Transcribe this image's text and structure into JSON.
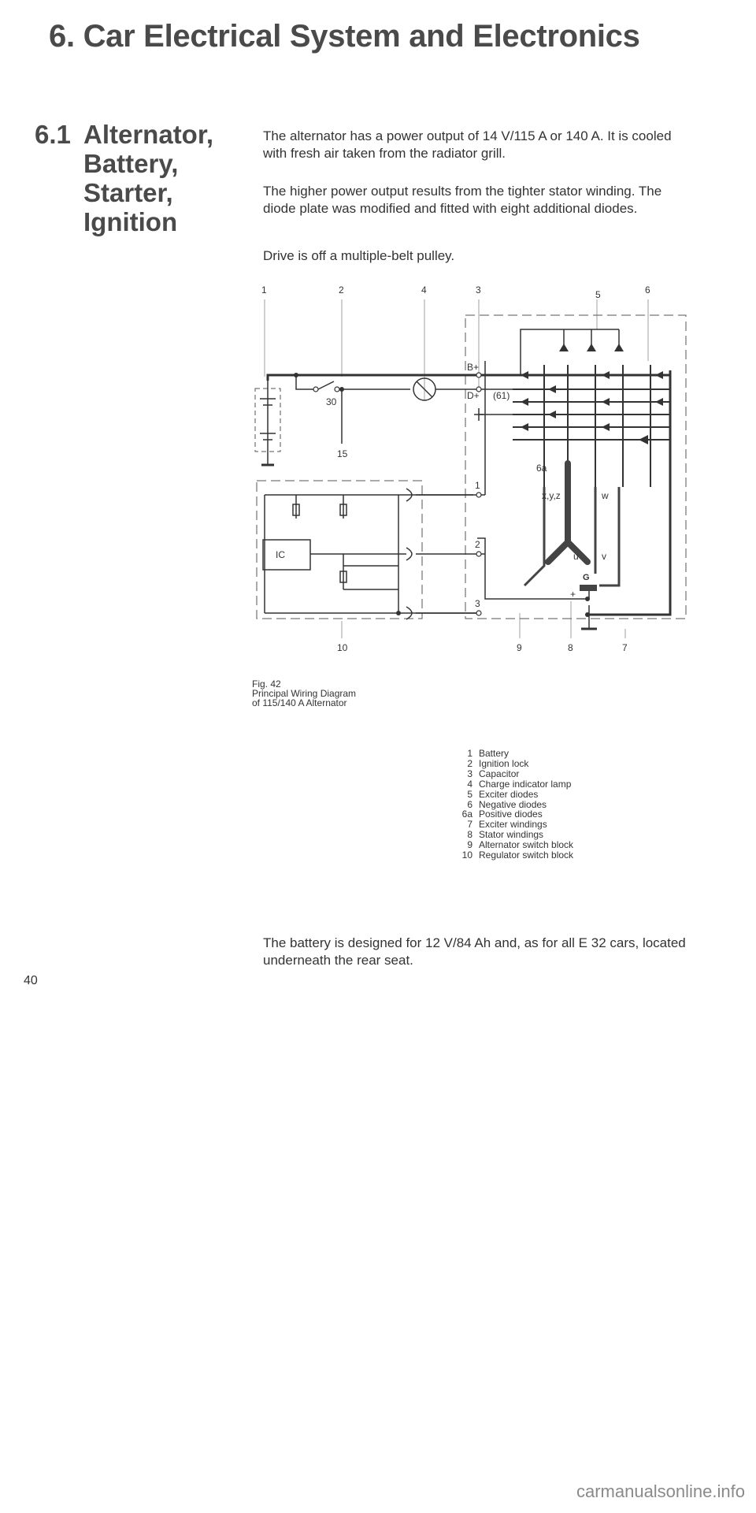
{
  "page": {
    "title": "6. Car Electrical System and Electronics",
    "page_number": "40",
    "watermark": "carmanualsonline.info"
  },
  "section": {
    "number": "6.1",
    "heading_lines": [
      "Alternator,",
      "Battery,",
      "Starter,",
      "Ignition"
    ]
  },
  "paragraphs": [
    "The alternator has a power output of 14 V/115 A or 140 A. It is cooled with fresh air taken from the radiator grill.",
    "The higher power output results from the tighter stator winding. The diode plate was modified and fitted with eight additional diodes.",
    "Drive is off a multiple-belt pulley.",
    "The battery is designed for 12 V/84 Ah and, as for all E 32 cars, located underneath the rear seat."
  ],
  "figure": {
    "number": "Fig. 42",
    "caption_line1": "Principal Wiring Diagram",
    "caption_line2": "of 115/140 A Alternator",
    "labels": {
      "top_1": "1",
      "top_2": "2",
      "top_4": "4",
      "top_3": "3",
      "top_5": "5",
      "top_6": "6",
      "bottom_10": "10",
      "bottom_9": "9",
      "bottom_8": "8",
      "bottom_7": "7",
      "b_plus": "B+",
      "d_plus": "D+",
      "d_plus_num": "(61)",
      "term_30": "30",
      "term_15": "15",
      "term_6a": "6a",
      "reg_1": "1",
      "reg_2": "2",
      "reg_3": "3",
      "ic": "IC",
      "xyz": "x,y,z",
      "w": "w",
      "u": "u",
      "v": "v",
      "g": "G",
      "plus": "+"
    }
  },
  "legend": [
    {
      "key": "1",
      "label": "Battery"
    },
    {
      "key": "2",
      "label": "Ignition lock"
    },
    {
      "key": "3",
      "label": "Capacitor"
    },
    {
      "key": "4",
      "label": "Charge indicator lamp"
    },
    {
      "key": "5",
      "label": "Exciter diodes"
    },
    {
      "key": "6",
      "label": "Negative diodes"
    },
    {
      "key": "6a",
      "label": "Positive diodes"
    },
    {
      "key": "7",
      "label": "Exciter windings"
    },
    {
      "key": "8",
      "label": "Stator windings"
    },
    {
      "key": "9",
      "label": "Alternator switch block"
    },
    {
      "key": "10",
      "label": "Regulator switch block"
    }
  ]
}
